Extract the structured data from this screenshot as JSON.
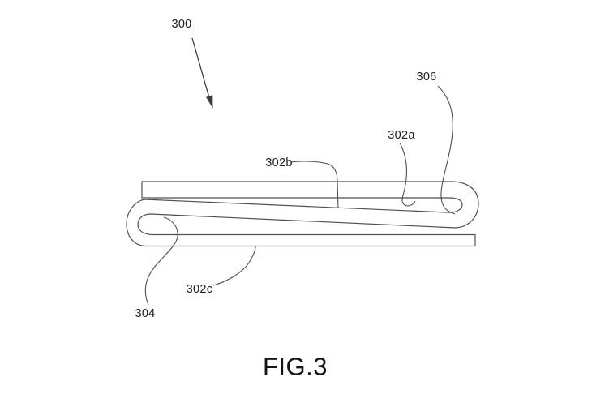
{
  "figure_caption": "FIG.3",
  "reference_labels": {
    "r300": "300",
    "r306": "306",
    "r302a": "302a",
    "r302b": "302b",
    "r302c": "302c",
    "r304": "304"
  },
  "colors": {
    "background": "#ffffff",
    "line_color": "#4f4f4f",
    "text_color": "#1c1c1c"
  }
}
